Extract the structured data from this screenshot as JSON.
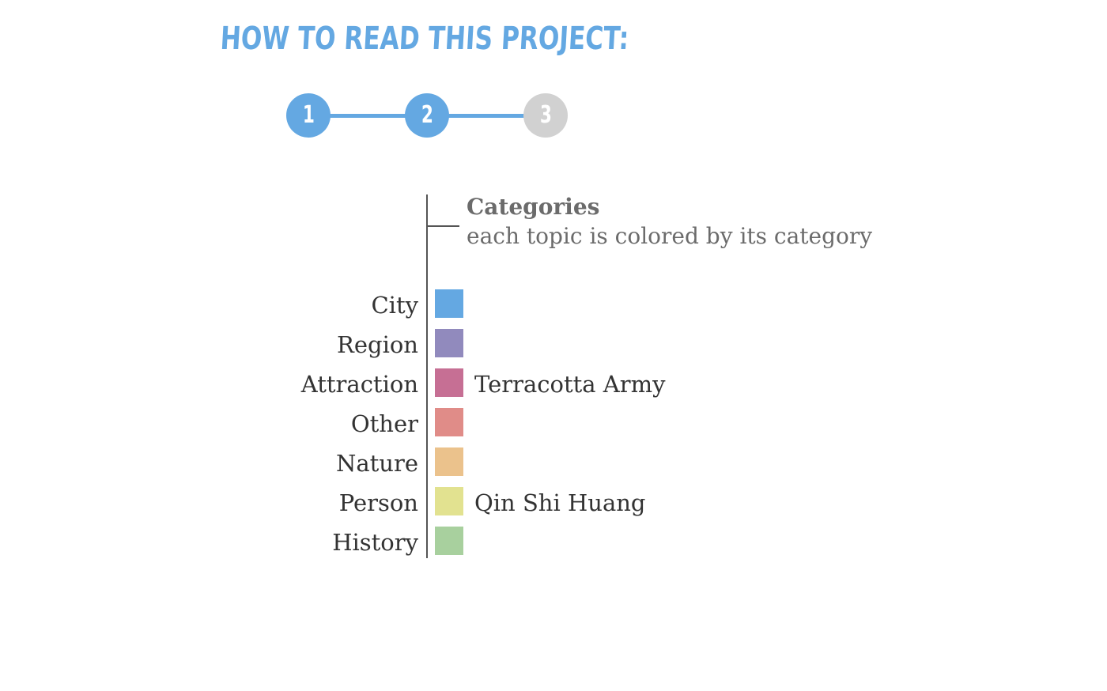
{
  "title": "HOW TO READ THIS PROJECT:",
  "steps": [
    {
      "label": "1",
      "state": "active"
    },
    {
      "label": "2",
      "state": "active"
    },
    {
      "label": "3",
      "state": "inactive"
    }
  ],
  "legend": {
    "heading": "Categories",
    "subheading": "each topic is colored by its category",
    "categories": [
      {
        "label": "City",
        "color": "#64a8e2",
        "example": ""
      },
      {
        "label": "Region",
        "color": "#918abd",
        "example": ""
      },
      {
        "label": "Attraction",
        "color": "#c66f94",
        "example": "Terracotta Army"
      },
      {
        "label": "Other",
        "color": "#e08c88",
        "example": ""
      },
      {
        "label": "Nature",
        "color": "#ebc28c",
        "example": ""
      },
      {
        "label": "Person",
        "color": "#e2e290",
        "example": "Qin Shi Huang"
      },
      {
        "label": "History",
        "color": "#a8d09e",
        "example": ""
      }
    ]
  },
  "colors": {
    "accent": "#64a8e2",
    "inactive": "#d1d1d1"
  }
}
